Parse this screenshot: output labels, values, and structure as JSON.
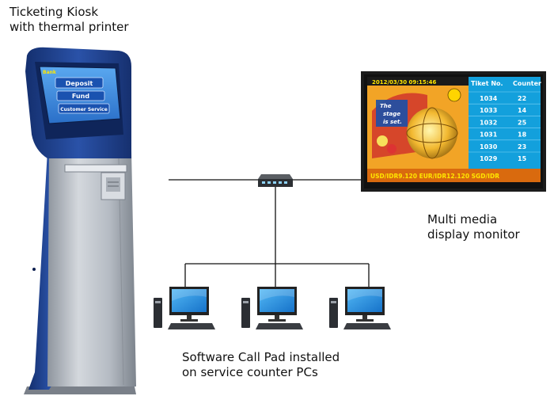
{
  "labels": {
    "kiosk": [
      "Ticketing Kiosk",
      "with thermal printer"
    ],
    "monitor": [
      "Multi media",
      "display monitor"
    ],
    "pcs": [
      "Software Call Pad installed",
      "on service counter PCs"
    ]
  },
  "kiosk_screen": {
    "brand": "Bank",
    "buttons": [
      "Deposit",
      "Fund",
      "Customer Service"
    ]
  },
  "display": {
    "datetime": "2012/03/30  09:15:46",
    "headers": [
      "Tiket No.",
      "Counter"
    ],
    "rows": [
      {
        "ticket": "1034",
        "counter": "22"
      },
      {
        "ticket": "1033",
        "counter": "14"
      },
      {
        "ticket": "1032",
        "counter": "25"
      },
      {
        "ticket": "1031",
        "counter": "18"
      },
      {
        "ticket": "1030",
        "counter": "23"
      },
      {
        "ticket": "1029",
        "counter": "15"
      }
    ],
    "ticker": "USD/IDR9.120   EUR/IDR12.120   SGD/IDR",
    "promo_text": [
      "The",
      "stage",
      "is set."
    ]
  },
  "colors": {
    "kiosk_blue": "#1d3f8c",
    "kiosk_silver": "#b9bfc7",
    "screen_blue": "#2f7fd6",
    "display_orange": "#f28c1e",
    "display_cyan": "#16a5e0",
    "ticker_yellow": "#ffe600",
    "pc_blue": "#1e8fe0"
  }
}
